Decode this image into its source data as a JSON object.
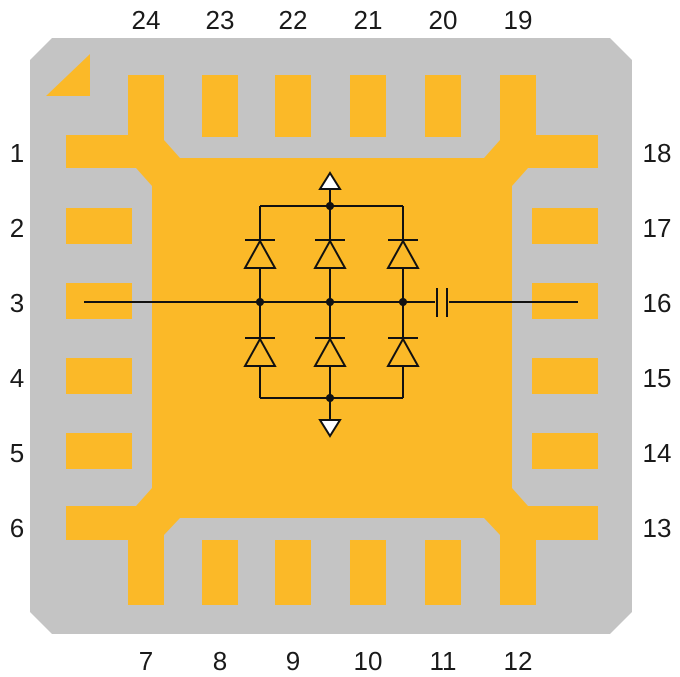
{
  "colors": {
    "package": "#c4c4c4",
    "pad": "#fbb928",
    "wire": "#111111",
    "text": "#1a1a1a"
  },
  "pins": {
    "top": [
      "24",
      "23",
      "22",
      "21",
      "20",
      "19"
    ],
    "left": [
      "1",
      "2",
      "3",
      "4",
      "5",
      "6"
    ],
    "right": [
      "18",
      "17",
      "16",
      "15",
      "14",
      "13"
    ],
    "bottom": [
      "7",
      "8",
      "9",
      "10",
      "11",
      "12"
    ]
  },
  "schematic": {
    "diode_count": 6,
    "capacitor_count": 1,
    "ground_symbols": [
      "arrow-up",
      "arrow-down"
    ]
  }
}
